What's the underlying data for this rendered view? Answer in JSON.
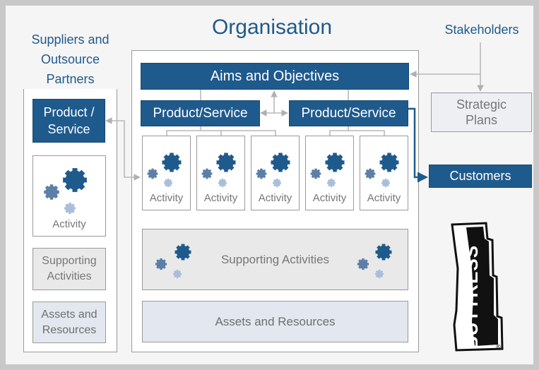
{
  "title": "Organisation",
  "stakeholders": "Stakeholders",
  "suppliers": {
    "heading": "Suppliers and Outsource Partners",
    "product": "Product / Service",
    "activity": "Activity",
    "supporting": "Supporting Activities",
    "assets": "Assets and Resources"
  },
  "org": {
    "aims": "Aims and Objectives",
    "product_left": "Product/Service",
    "product_right": "Product/Service",
    "activities": [
      "Activity",
      "Activity",
      "Activity",
      "Activity",
      "Activity"
    ],
    "supporting": "Supporting Activities",
    "assets": "Assets and Resources"
  },
  "strategic_plans": "Strategic Plans",
  "customers": "Customers",
  "logo": {
    "text": "BUTTRESS",
    "mark": "®"
  },
  "colors": {
    "navy": "#1f5a8c",
    "gear_dark": "#1f5a8c",
    "gear_mid": "#5b7fa8",
    "gear_light": "#a9bfd9",
    "connector": "#b9b9b9"
  }
}
